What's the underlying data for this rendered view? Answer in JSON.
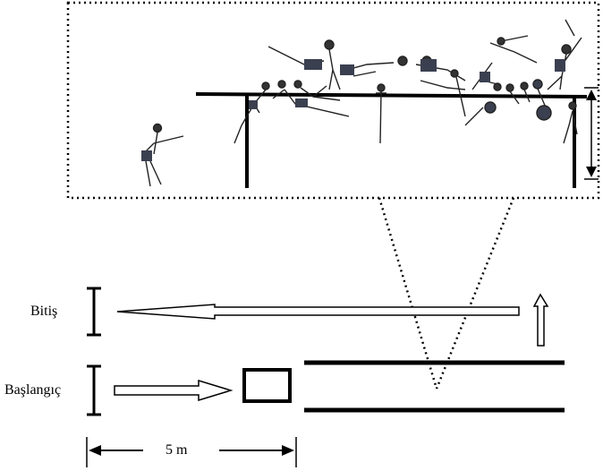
{
  "labels": {
    "finish": "Bitiş",
    "start": "Başlangıç",
    "distance": "5 m"
  },
  "figures": {
    "description_icon": "gymnast-vaulting-sequence-icon",
    "bar_icon": "hurdle-bar-icon"
  }
}
